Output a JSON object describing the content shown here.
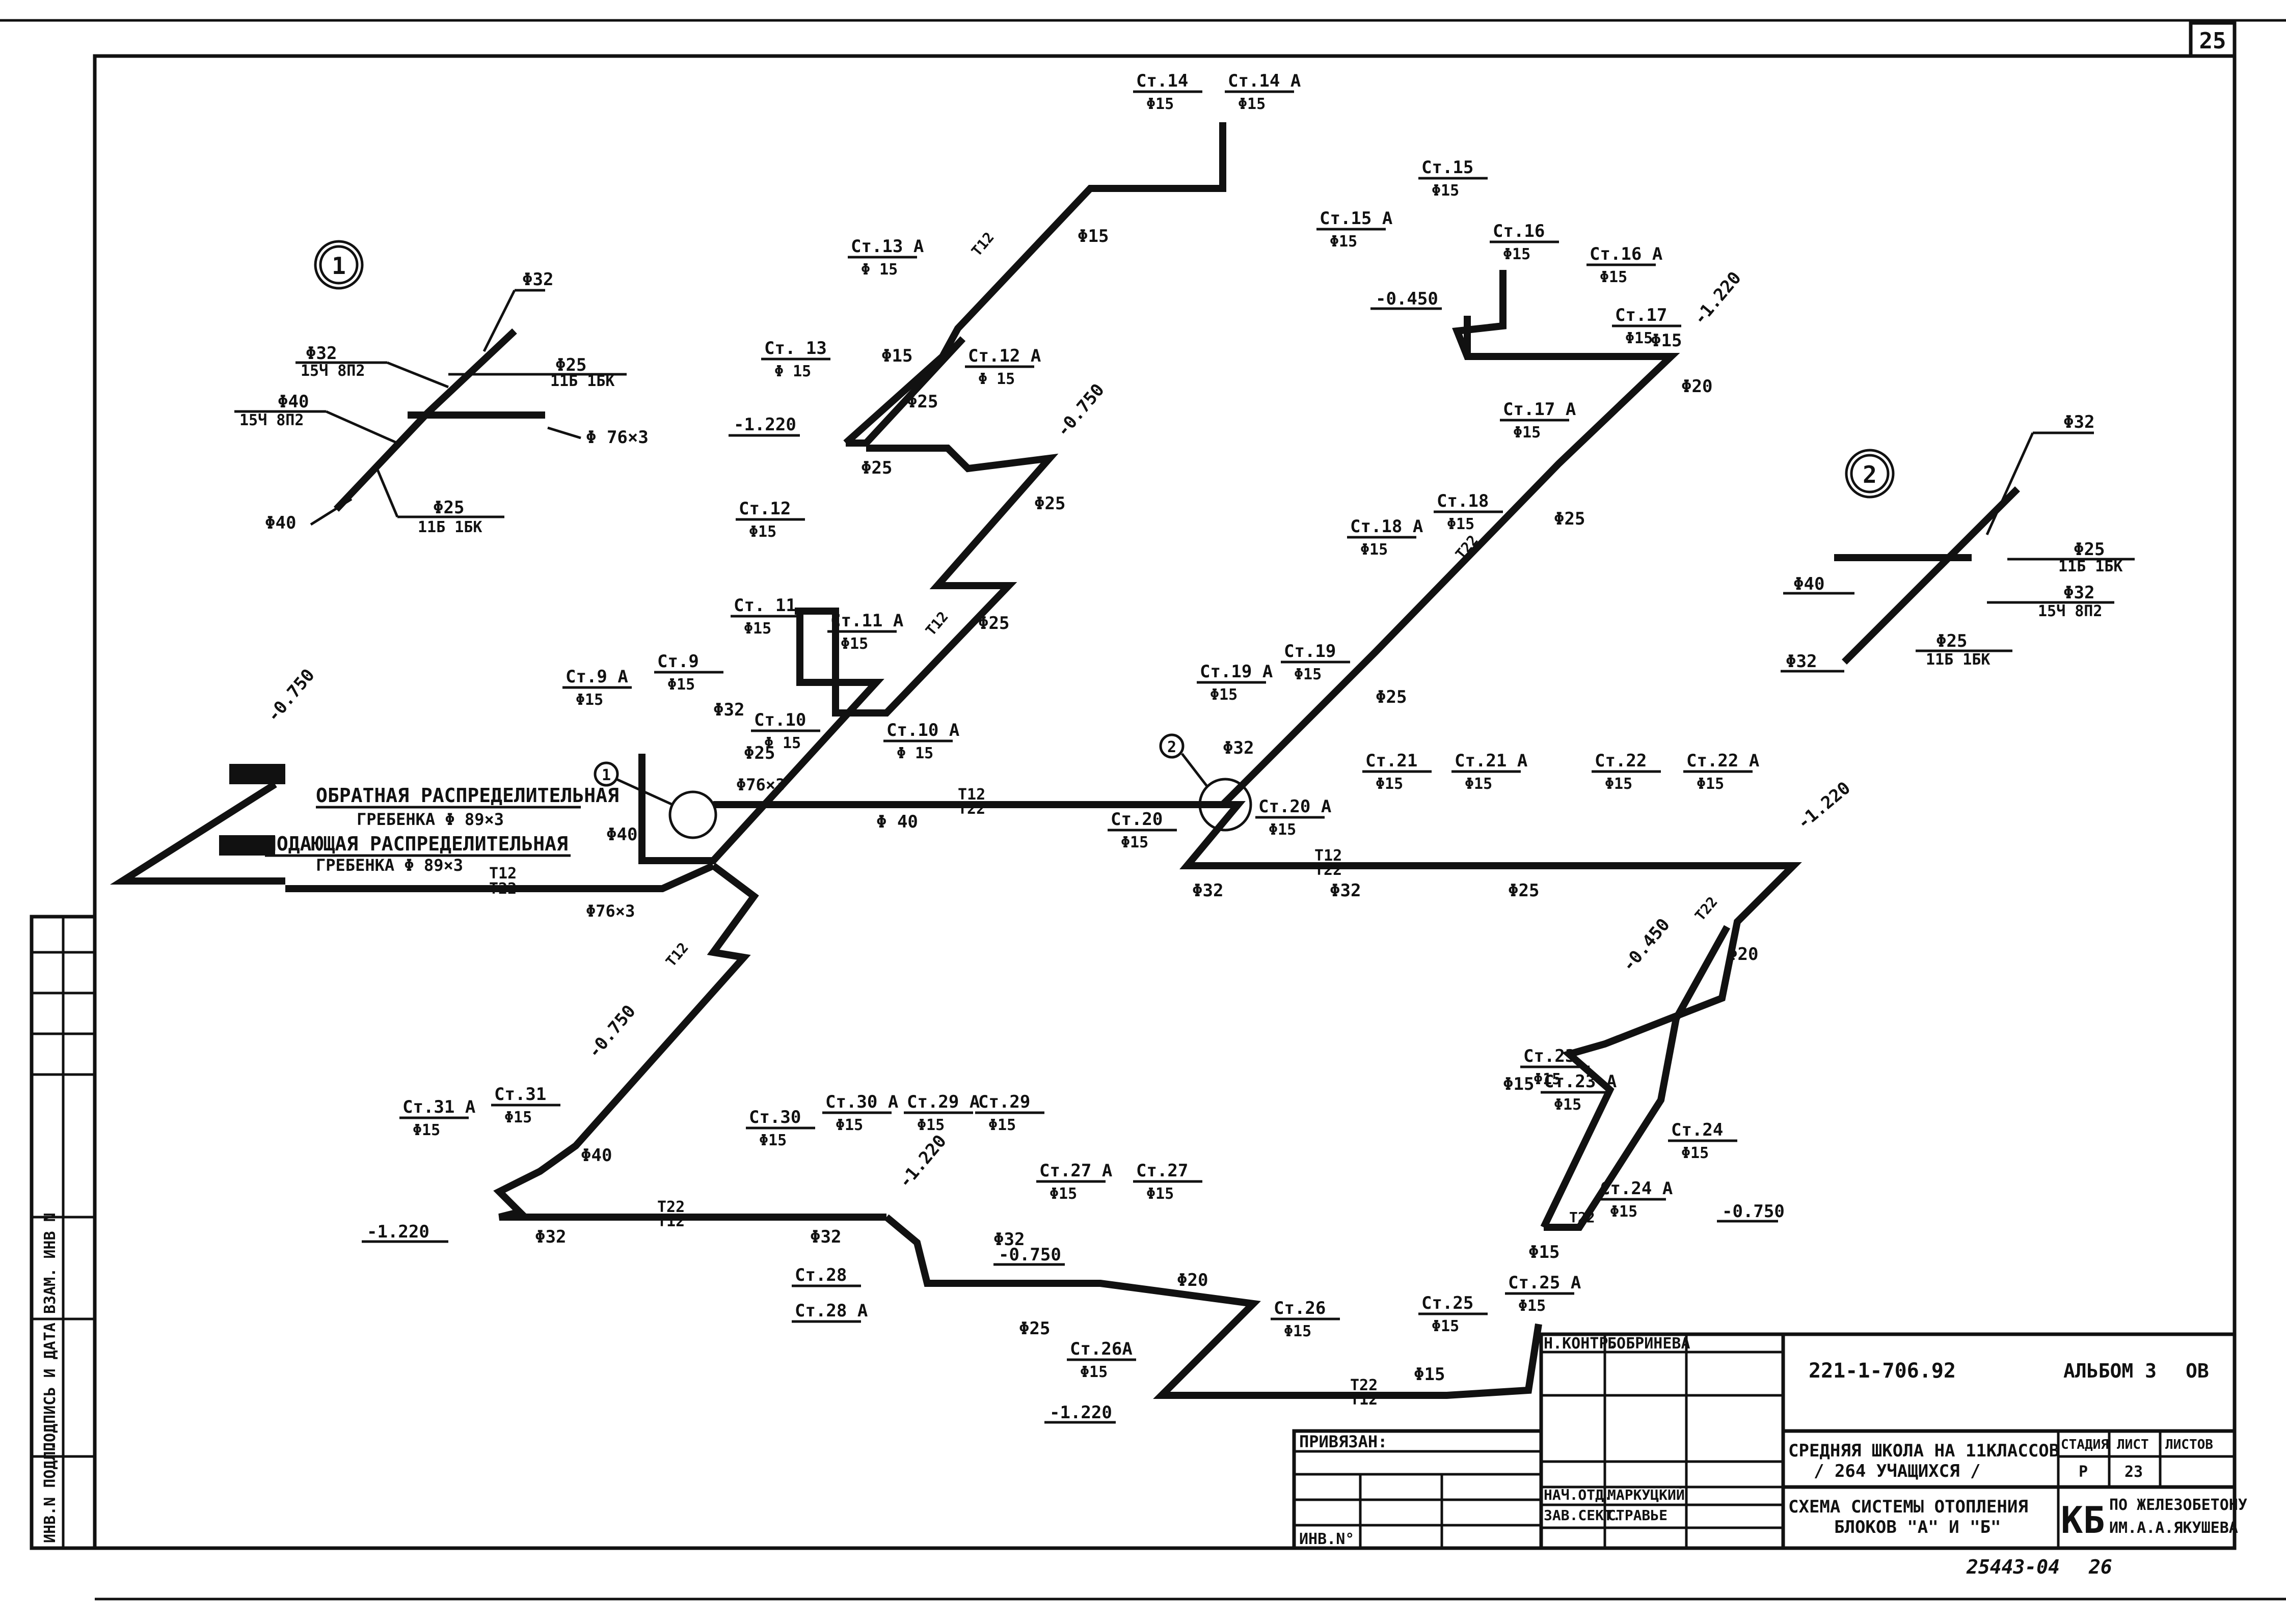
{
  "sheet_number": "25",
  "nodes": [
    {
      "id": "n1",
      "label": "1"
    },
    {
      "id": "n2",
      "label": "2"
    }
  ],
  "node1": {
    "d32a": "Φ32",
    "d32b": "Φ32",
    "d32b_sub": "15Ч 8П2",
    "d40a": "Φ40",
    "d40a_sub": "15Ч 8П2",
    "d25a": "Φ25",
    "d25a_sub": "11Б 1БК",
    "d76": "Φ 76×3",
    "d40b": "Φ40",
    "d25b": "Φ25",
    "d25b_sub": "11Б 1БК"
  },
  "node2": {
    "d32a": "Φ32",
    "d25a": "Φ25",
    "d25a_sub": "11Б 1БК",
    "d40": "Φ40",
    "d32b": "Φ32",
    "d32b_sub": "15Ч 8П2",
    "d32c": "Φ32",
    "d25b": "Φ25",
    "d25b_sub": "11Б 1БК"
  },
  "risers": [
    {
      "name": "Ст.14",
      "d": "Φ15"
    },
    {
      "name": "Ст.14 А",
      "d": "Φ15"
    },
    {
      "name": "Ст.13 А",
      "d": "Φ 15"
    },
    {
      "name": "Ст. 13",
      "d": "Φ 15"
    },
    {
      "name": "Ст.12 А",
      "d": "Φ 15"
    },
    {
      "name": "Ст.12",
      "d": "Φ15"
    },
    {
      "name": "Ст. 11",
      "d": "Φ15"
    },
    {
      "name": "Ст.11 А",
      "d": "Φ15"
    },
    {
      "name": "Ст.9 А",
      "d": "Φ15"
    },
    {
      "name": "Ст.9",
      "d": "Φ15"
    },
    {
      "name": "Ст.10",
      "d": "Φ 15"
    },
    {
      "name": "Ст.10 А",
      "d": "Φ 15"
    },
    {
      "name": "Ст.15",
      "d": "Φ15"
    },
    {
      "name": "Ст.15 А",
      "d": "Φ15"
    },
    {
      "name": "Ст.16",
      "d": "Φ15"
    },
    {
      "name": "Ст.16 А",
      "d": "Φ15"
    },
    {
      "name": "Ст.17",
      "d": "Φ15"
    },
    {
      "name": "Ст.17 А",
      "d": "Φ15"
    },
    {
      "name": "Ст.18 А",
      "d": "Φ15"
    },
    {
      "name": "Ст.18",
      "d": "Φ15"
    },
    {
      "name": "Ст.19 А",
      "d": "Φ15"
    },
    {
      "name": "Ст.19",
      "d": "Φ15"
    },
    {
      "name": "Ст.20",
      "d": "Φ15"
    },
    {
      "name": "Ст.20 А",
      "d": "Φ15"
    },
    {
      "name": "Ст.21",
      "d": "Φ15"
    },
    {
      "name": "Ст.21 А",
      "d": "Φ15"
    },
    {
      "name": "Ст.22",
      "d": "Φ15"
    },
    {
      "name": "Ст.22 А",
      "d": "Φ15"
    },
    {
      "name": "Ст.23",
      "d": "Φ15"
    },
    {
      "name": "Ст.23 А",
      "d": "Φ15"
    },
    {
      "name": "Ст.24",
      "d": "Φ15"
    },
    {
      "name": "Ст.24 А",
      "d": "Φ15"
    },
    {
      "name": "Ст.25",
      "d": "Φ15"
    },
    {
      "name": "Ст.25 А",
      "d": "Φ15"
    },
    {
      "name": "Ст.26",
      "d": "Φ15"
    },
    {
      "name": "Ст.26А",
      "d": "Φ15"
    },
    {
      "name": "Ст.27 А",
      "d": "Φ15"
    },
    {
      "name": "Ст.27",
      "d": "Φ15"
    },
    {
      "name": "Ст.28",
      "d": ""
    },
    {
      "name": "Ст.28 А",
      "d": ""
    },
    {
      "name": "Ст.29 А",
      "d": "Φ15"
    },
    {
      "name": "Ст.29",
      "d": "Φ15"
    },
    {
      "name": "Ст.30",
      "d": "Φ15"
    },
    {
      "name": "Ст.30 А",
      "d": "Φ15"
    },
    {
      "name": "Ст.31 А",
      "d": "Φ15"
    },
    {
      "name": "Ст.31",
      "d": "Φ15"
    }
  ],
  "pipe_diameters": {
    "p15a": "Φ15",
    "p15b": "Φ15",
    "p25a": "Φ25",
    "p25b": "Φ25",
    "p25c": "Φ25",
    "p25d": "Φ25",
    "p32a": "Φ32",
    "p25e": "Φ25",
    "p7603a": "Φ76×3",
    "p40a": "Φ 40",
    "p40b": "Φ40",
    "p7603b": "Φ76×3",
    "p15c": "Φ15",
    "p20a": "Φ20",
    "p25f": "Φ25",
    "p25g": "Φ25",
    "p32b": "Φ32",
    "p32c": "Φ32",
    "p32d": "Φ32",
    "p25h": "Φ25",
    "p20b": "Φ20",
    "p15d": "Φ15",
    "p40c": "Φ40",
    "p32e": "Φ32",
    "p32f": "Φ32",
    "p32g": "Φ32",
    "p25i": "Φ25",
    "p20c": "Φ20",
    "p15e": "Φ15",
    "p15f": "Φ15"
  },
  "elevations": {
    "e1": "-1.220",
    "e2": "-0.750",
    "e3": "-0.750",
    "e4": "-0.450",
    "e5": "-1.220",
    "e6": "-1.220",
    "e7": "-0.450",
    "e8": "-0.750",
    "e9": "-0.750",
    "e10": "-1.220",
    "e11": "-1.220",
    "e12": "-0.750",
    "e13": "-1.220"
  },
  "pipe_codes": {
    "supply": "Т12",
    "return": "Т22"
  },
  "manifolds": {
    "return_line1": "ОБРАТНАЯ РАСПРЕДЕЛИТЕЛЬНАЯ",
    "return_line2": "ГРЕБЕНКА  Φ 89×3",
    "supply_line1": "ПОДАЮЩАЯ РАСПРЕДЕЛИТЕЛЬНАЯ",
    "supply_line2": "ГРЕБЕНКА   Φ 89×3"
  },
  "side_stamp": {
    "inv_podl": "ИНВ.N ПОДЛ.",
    "podpis": "ПОДПИСЬ И ДАТА",
    "vzam": "ВЗАМ. ИНВ N"
  },
  "title_block": {
    "n_kontr": "Н.КОНТР.",
    "n_kontr_name": "БОБРИНЕВА",
    "doc_code": "221-1-706.92",
    "album": "АЛЬБОМ 3",
    "section": "ОВ",
    "privyazan": "ПРИВЯЗАН:",
    "inv_no": "ИНВ.N°",
    "project_line1": "СРЕДНЯЯ ШКОЛА НА 11КЛАССОВ",
    "project_line2": "/ 264 УЧАЩИХСЯ /",
    "stage_h": "СТАДИЯ",
    "sheet_h": "ЛИСТ",
    "sheets_h": "ЛИСТОВ",
    "stage": "Р",
    "sheet": "23",
    "nach_otd": "НАЧ.ОТД.",
    "nach_otd_name": "МАРКУЦКИЙ",
    "zav_sekt": "ЗАВ.СЕКТ.",
    "zav_sekt_name": "СТРАВЬЕ",
    "drawing_line1": "СХЕМА СИСТЕМЫ ОТОПЛЕНИЯ",
    "drawing_line2": "БЛОКОВ \"А\" И \"Б\"",
    "org_logo": "КБ",
    "org_line1": "ПО ЖЕЛЕЗОБЕТОНУ",
    "org_line2": "ИМ.А.А.ЯКУШЕВА"
  },
  "footer": {
    "code": "25443-04",
    "page": "26"
  }
}
